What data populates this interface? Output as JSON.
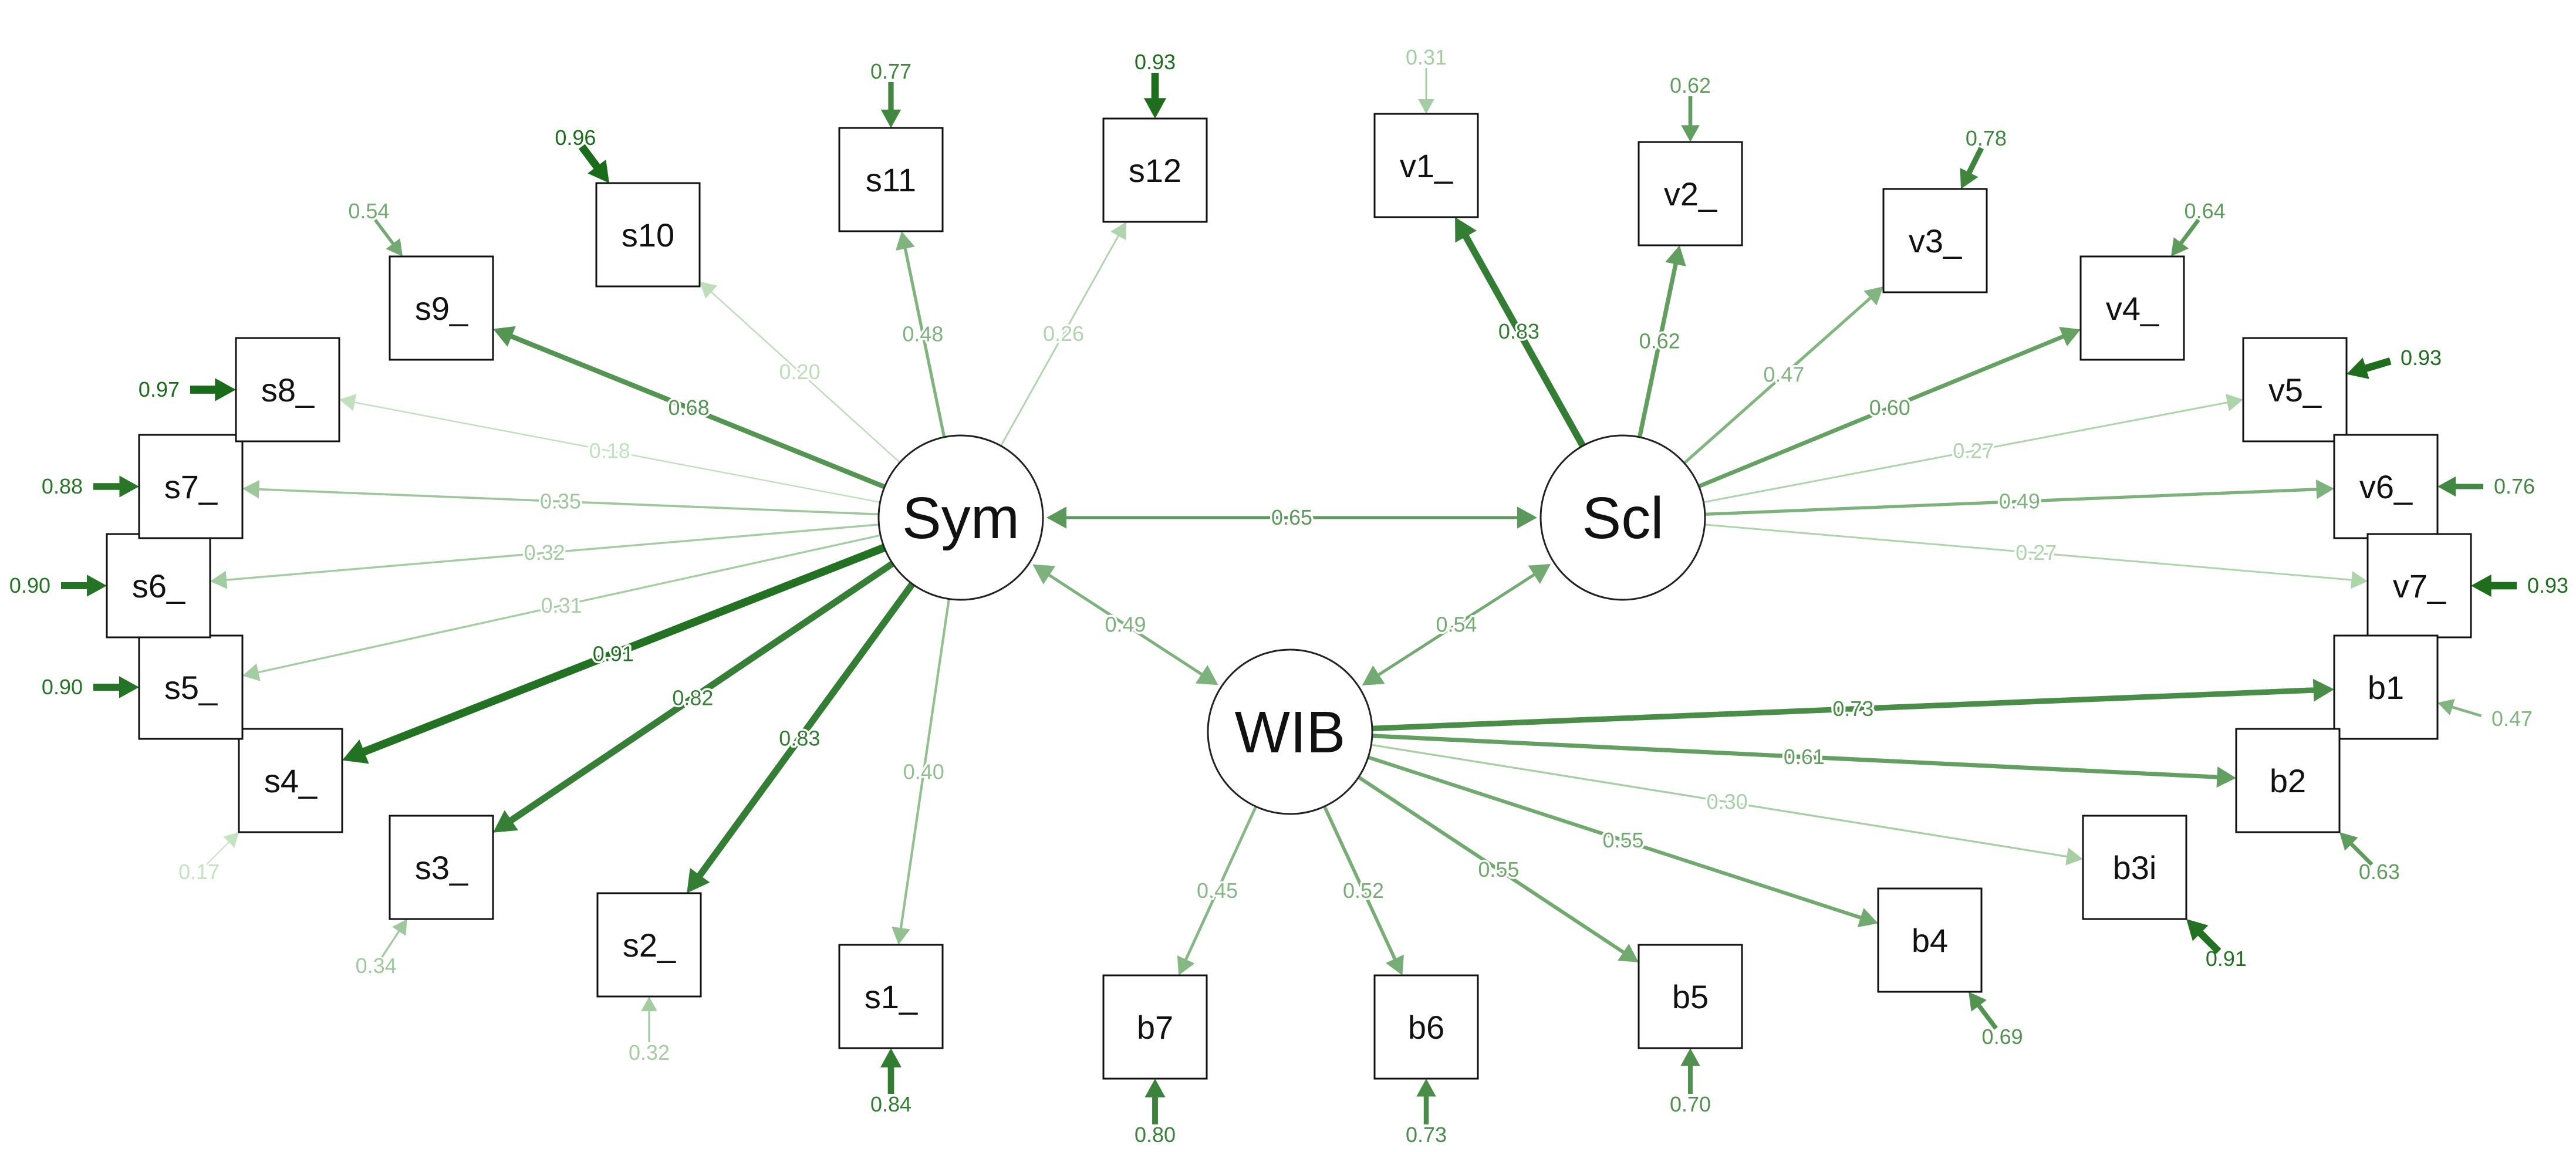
{
  "diagram": {
    "colors": {
      "light": "#c8e6c4",
      "dark": "#1a6b1a",
      "node_stroke": "#111111"
    },
    "latents": [
      {
        "id": "Sym",
        "label": "Sym"
      },
      {
        "id": "Scl",
        "label": "Scl"
      },
      {
        "id": "WIB",
        "label": "WIB"
      }
    ],
    "indicators": [
      {
        "id": "s1_",
        "label": "s1_",
        "factor": "Sym",
        "loading": "0.40",
        "residual": "0.84"
      },
      {
        "id": "s2_",
        "label": "s2_",
        "factor": "Sym",
        "loading": "0.83",
        "residual": "0.32"
      },
      {
        "id": "s3_",
        "label": "s3_",
        "factor": "Sym",
        "loading": "0.82",
        "residual": "0.34"
      },
      {
        "id": "s4_",
        "label": "s4_",
        "factor": "Sym",
        "loading": "0.91",
        "residual": "0.17"
      },
      {
        "id": "s5_",
        "label": "s5_",
        "factor": "Sym",
        "loading": "0.31",
        "residual": "0.90"
      },
      {
        "id": "s6_",
        "label": "s6_",
        "factor": "Sym",
        "loading": "0.32",
        "residual": "0.90"
      },
      {
        "id": "s7_",
        "label": "s7_",
        "factor": "Sym",
        "loading": "0.35",
        "residual": "0.88"
      },
      {
        "id": "s8_",
        "label": "s8_",
        "factor": "Sym",
        "loading": "0.18",
        "residual": "0.97"
      },
      {
        "id": "s9_",
        "label": "s9_",
        "factor": "Sym",
        "loading": "0.68",
        "residual": "0.54"
      },
      {
        "id": "s10",
        "label": "s10",
        "factor": "Sym",
        "loading": "0.20",
        "residual": "0.96"
      },
      {
        "id": "s11",
        "label": "s11",
        "factor": "Sym",
        "loading": "0.48",
        "residual": "0.77"
      },
      {
        "id": "s12",
        "label": "s12",
        "factor": "Sym",
        "loading": "0.26",
        "residual": "0.93"
      },
      {
        "id": "v1_",
        "label": "v1_",
        "factor": "Scl",
        "loading": "0.83",
        "residual": "0.31"
      },
      {
        "id": "v2_",
        "label": "v2_",
        "factor": "Scl",
        "loading": "0.62",
        "residual": "0.62"
      },
      {
        "id": "v3_",
        "label": "v3_",
        "factor": "Scl",
        "loading": "0.47",
        "residual": "0.78"
      },
      {
        "id": "v4_",
        "label": "v4_",
        "factor": "Scl",
        "loading": "0.60",
        "residual": "0.64"
      },
      {
        "id": "v5_",
        "label": "v5_",
        "factor": "Scl",
        "loading": "0.27",
        "residual": "0.93"
      },
      {
        "id": "v6_",
        "label": "v6_",
        "factor": "Scl",
        "loading": "0.49",
        "residual": "0.76"
      },
      {
        "id": "v7_",
        "label": "v7_",
        "factor": "Scl",
        "loading": "0.27",
        "residual": "0.93"
      },
      {
        "id": "b1",
        "label": "b1",
        "factor": "WIB",
        "loading": "0.73",
        "residual": "0.47"
      },
      {
        "id": "b2",
        "label": "b2",
        "factor": "WIB",
        "loading": "0.61",
        "residual": "0.63"
      },
      {
        "id": "b3i",
        "label": "b3i",
        "factor": "WIB",
        "loading": "0.30",
        "residual": "0.91"
      },
      {
        "id": "b4",
        "label": "b4",
        "factor": "WIB",
        "loading": "0.55",
        "residual": "0.69"
      },
      {
        "id": "b5",
        "label": "b5",
        "factor": "WIB",
        "loading": "0.55",
        "residual": "0.70"
      },
      {
        "id": "b6",
        "label": "b6",
        "factor": "WIB",
        "loading": "0.52",
        "residual": "0.73"
      },
      {
        "id": "b7",
        "label": "b7",
        "factor": "WIB",
        "loading": "0.45",
        "residual": "0.80"
      }
    ],
    "covariances": [
      {
        "from": "Sym",
        "to": "Scl",
        "value": "0.65"
      },
      {
        "from": "Sym",
        "to": "WIB",
        "value": "0.49"
      },
      {
        "from": "Scl",
        "to": "WIB",
        "value": "0.54"
      }
    ]
  }
}
